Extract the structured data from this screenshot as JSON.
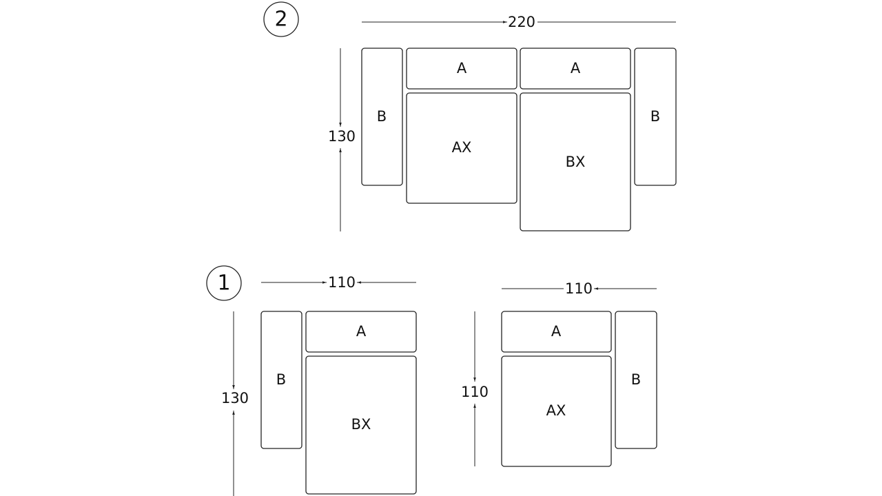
{
  "config2": {
    "number": "2",
    "width_label": "220",
    "height_label": "130",
    "pieces": [
      "B",
      "A",
      "A",
      "AX",
      "BX",
      "B"
    ]
  },
  "config1_left": {
    "number": "1",
    "width_label": "110",
    "height_label": "130",
    "pieces": [
      "B",
      "A",
      "BX"
    ]
  },
  "config1_right": {
    "width_label": "110",
    "height_label": "110",
    "pieces": [
      "A",
      "AX",
      "B"
    ]
  },
  "colors": {
    "line": "#222222",
    "text": "#111111",
    "background": "#ffffff"
  }
}
